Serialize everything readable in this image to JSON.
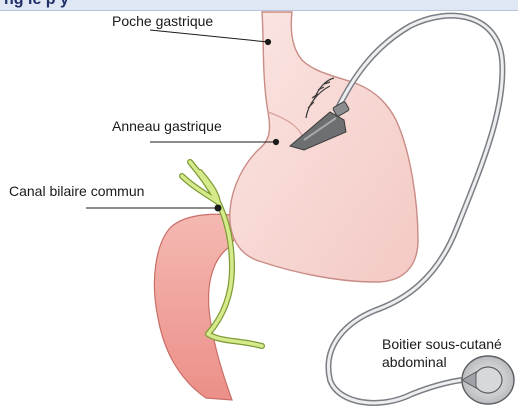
{
  "header": {
    "title": "ng  le  p  y"
  },
  "labels": {
    "poche": "Poche gastrique",
    "anneau": "Anneau gastrique",
    "canal": "Canal bilaire commun",
    "boitier_line1": "Boitier sous-cutané",
    "boitier_line2": "abdominal"
  },
  "colors": {
    "stomach_fill": "#f7dcd8",
    "duodenum": "#f0a9a2",
    "bile_duct": "#d6ea8c",
    "tube": "#8a8e93",
    "band": "#6e6f70"
  }
}
